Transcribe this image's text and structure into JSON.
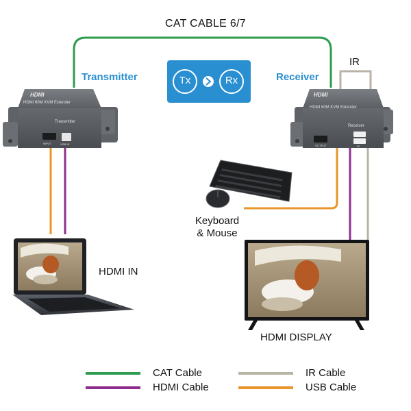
{
  "title": "CAT CABLE 6/7",
  "transmitter": {
    "label": "Transmitter",
    "logo": "HDMI",
    "model": "HDMI 60M KVM Extender",
    "face_label": "Transmitter",
    "port_left": "INPUT",
    "port_right": "USB IN"
  },
  "receiver": {
    "label": "Receiver",
    "logo": "HDMI",
    "model": "HDMI 60M KVM Extender",
    "face_label": "Receiver",
    "port_left": "OUTPUT",
    "port_right": "IR"
  },
  "badge": {
    "left": "Tx",
    "right": "Rx"
  },
  "ir_label": "IR",
  "keyboard_label": [
    "Keyboard",
    "& Mouse"
  ],
  "laptop_label": "HDMI IN",
  "display_label": "HDMI DISPLAY",
  "colors": {
    "cat": "#2e9b4f",
    "hdmi": "#8e2f8f",
    "ir": "#b9b3a6",
    "usb": "#e8962a",
    "accent": "#2a8fd0"
  },
  "legend": [
    {
      "label": "CAT Cable",
      "color": "#2e9b4f"
    },
    {
      "label": "HDMI Cable",
      "color": "#8e2f8f"
    },
    {
      "label": "IR Cable",
      "color": "#b9b3a6"
    },
    {
      "label": "USB Cable",
      "color": "#e8962a"
    }
  ]
}
